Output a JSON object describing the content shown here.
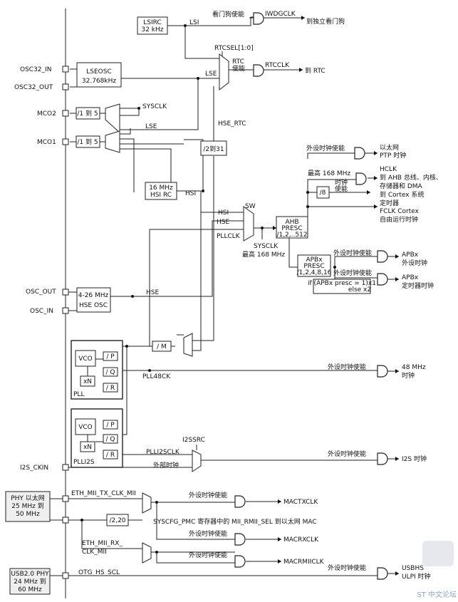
{
  "pins": {
    "osc32_in": "OSC32_IN",
    "osc32_out": "OSC32_OUT",
    "mco2": "MCO2",
    "mco1": "MCO1",
    "osc_out": "OSC_OUT",
    "osc_in": "OSC_IN",
    "i2s_ckin": "I2S_CKIN"
  },
  "blocks": {
    "lsirc_1": "LSIRC",
    "lsirc_2": "32 kHz",
    "lseosc_1": "LSEOSC",
    "lseosc_2": "32.768kHz",
    "mco_div": "/1 到 5",
    "hse_div": "/2到31",
    "hsirc_1": "16 MHz",
    "hsirc_2": "HSI RC",
    "hseosc_1": "4-26 MHz",
    "hseosc_2": "HSE OSC",
    "ahb_1": "AHB",
    "ahb_2": "PRESC",
    "ahb_3": "/1,2,..512",
    "div8": "/8",
    "apb_1": "APBx",
    "apb_2": "PRESC",
    "apb_3": "/1,2,4,8,16",
    "apb_cond_1": "if (APBx presc = 1)x1",
    "apb_cond_2": "else x2",
    "m_div": "/ M",
    "div220": "/2,20",
    "vco": "VCO",
    "xn": "xN",
    "div_p": "/ P",
    "div_q": "/ Q",
    "div_r": "/ R",
    "pll": "PLL",
    "plli2s": "PLLI2S",
    "phy_1": "PHY 以太网",
    "phy_2": "25 MHz 到",
    "phy_3": "50 MHz",
    "usbphy_1": "USB2.0 PHY",
    "usbphy_2": "24 MHz 到",
    "usbphy_3": "60 MHz"
  },
  "signals": {
    "lsi": "LSI",
    "lse_a": "LSE",
    "lse_b": "LSE",
    "rtcsel": "RTCSEL[1:0]",
    "hse_rtc": "HSE_RTC",
    "sysclk_mco": "SYSCLK",
    "hsi": "HSI",
    "hsi_sw": "HSI",
    "hse_sw": "HSE",
    "pllclk": "PLLCLK",
    "sw": "SW",
    "sysclk": "SYSCLK",
    "sysclk_max": "最高 168 MHz",
    "hse": "HSE",
    "pll48ck": "PLL48CK",
    "i2ssrc": "I2SSRC",
    "plli2sclk": "PLLI2SCLK",
    "ext_clock": "外部时钟",
    "eth_tx": "ETH_MII_TX_CLK_MII",
    "eth_rx_1": "ETH_MII_RX_",
    "eth_rx_2": "CLK_MII",
    "syscfg": "SYSCFG_PMC 寄存器中的 MII_RMII_SEL 到以太网 MAC",
    "otg": "OTG_HS_SCL"
  },
  "enables": {
    "wdg": "看门狗使能",
    "rtc_1": "RTC",
    "rtc_2": "使能",
    "eth_ptp": "外设时钟使能",
    "max168": "最高 168 MHz",
    "clk_1": "时钟",
    "clk_2": "使能",
    "apbx_1": "外设时钟使能",
    "apbx_2": "外设时钟使能",
    "usb48": "外设时钟使能",
    "i2s": "外设时钟使能",
    "mactx": "外设时钟使能",
    "macrx": "外设时钟使能",
    "macrmii": "外设时钟使能",
    "usbhs": "外设时钟使能"
  },
  "outputs": {
    "iwdgclk": "IWDGCLK",
    "iwdg_dest": "到独立看门狗",
    "rtcclk": "RTCCLK",
    "rtc_dest": "到 RTC",
    "ptp_1": "以太网",
    "ptp_2": "PTP 时钟",
    "hclk_1": "HCLK",
    "hclk_2": "到 AHB 总线、内核、",
    "hclk_3": "存储器和 DMA",
    "cortex_1": "到 Cortex 系统",
    "cortex_2": "定时器",
    "fclk_1": "FCLK Cortex",
    "fclk_2": "自由运行时钟",
    "apb_per_1": "APBx",
    "apb_per_2": "外设时钟",
    "apb_tim_1": "APBx",
    "apb_tim_2": "定时器时钟",
    "mhz48_1": "48 MHz",
    "mhz48_2": "时钟",
    "i2s": "I2S 时钟",
    "mactxclk": "MACTXCLK",
    "macrxclk": "MACRXCLK",
    "macrmiiclk": "MACRMIICLK",
    "usbhs_1": "USBHS",
    "usbhs_2": "ULPI 时钟"
  },
  "watermark": "ST 中文论坛"
}
